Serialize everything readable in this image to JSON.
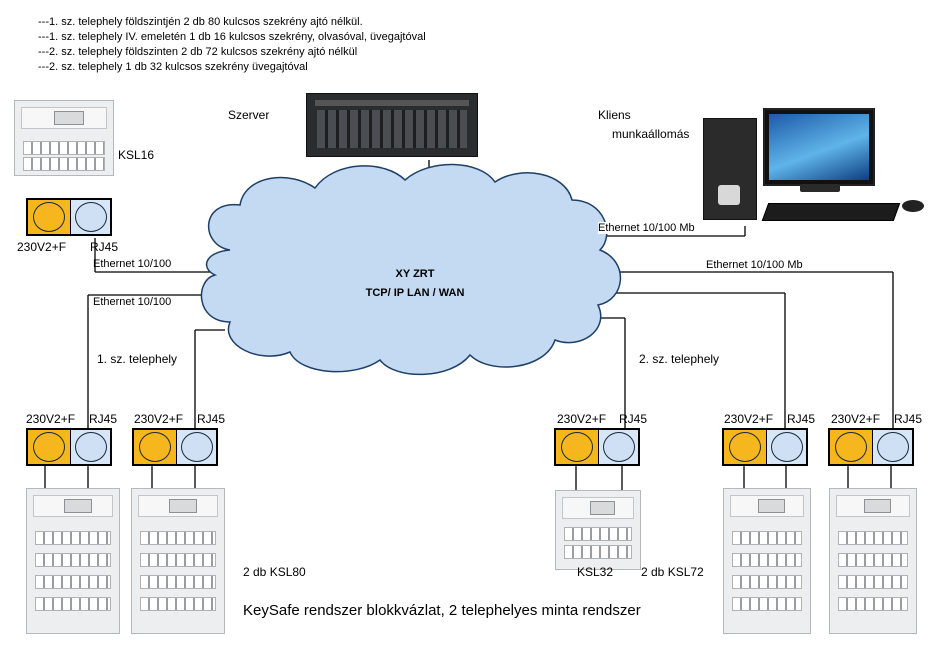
{
  "notes": [
    "---1. sz. telephely földszintjén 2 db 80 kulcsos szekrény ajtó nélkül.",
    "---1. sz. telephely IV. emeletén  1 db 16 kulcsos szekrény, olvasóval, üvegajtóval",
    "---2. sz. telephely földszinten 2 db 72 kulcsos szekrény ajtó nélkül",
    "---2. sz. telephely 1 db 32 kulcsos szekrény üvegajtóval"
  ],
  "server_label": "Szerver",
  "client_label_1": "Kliens",
  "client_label_2": "munkaállomás",
  "cloud_line_1": "XY ZRT",
  "cloud_line_2": "TCP/ IP   LAN / WAN",
  "ksl16_label": "KSL16",
  "power_label": "230V2+F",
  "rj45_label": "RJ45",
  "eth_top_left": "Ethernet 10/100",
  "eth_mid_left": "Ethernet 10/100",
  "eth_client": "Ethernet 10/100 Mb",
  "eth_right": "Ethernet 10/100 Mb",
  "site1_label": "1. sz. telephely",
  "site2_label": "2. sz. telephely",
  "ksl80_label": "2 db KSL80",
  "ksl32_label": "KSL32",
  "ksl72_label": "2 db KSL72",
  "caption": "KeySafe rendszer blokkvázlat, 2 telephelyes minta rendszer",
  "colors": {
    "power": "#f6b61e",
    "rj45": "#d8e7f7",
    "cloud": "#c3daf2",
    "cloud_stroke": "#1f3f66"
  }
}
